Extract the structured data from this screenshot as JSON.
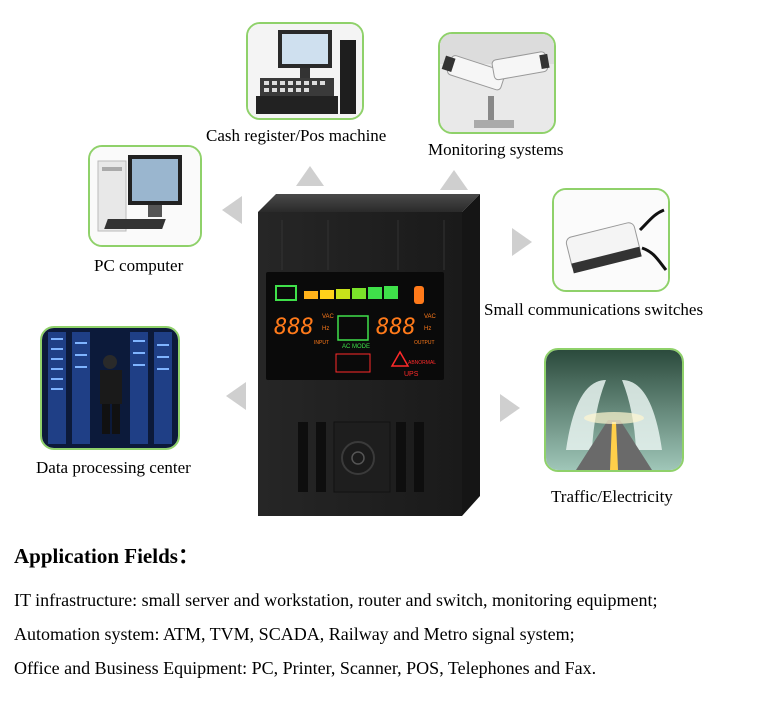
{
  "applications": [
    {
      "id": "cash",
      "label": "Cash register/Pos machine",
      "icon": "pos-terminal-icon"
    },
    {
      "id": "monitor",
      "label": "Monitoring systems",
      "icon": "cctv-camera-icon"
    },
    {
      "id": "pc",
      "label": "PC computer",
      "icon": "desktop-computer-icon"
    },
    {
      "id": "switch",
      "label": "Small communications switches",
      "icon": "network-switch-icon"
    },
    {
      "id": "datacenter",
      "label": "Data processing center",
      "icon": "server-rack-icon"
    },
    {
      "id": "traffic",
      "label": "Traffic/Electricity",
      "icon": "highway-lights-icon"
    }
  ],
  "ups": {
    "display_left": "888",
    "display_right": "888",
    "unit_left": "VAC",
    "unit_right": "VAC",
    "freq": "Hz",
    "input": "INPUT",
    "output": "OUTPUT",
    "status": "AC MODE",
    "abnormal": "ABNORMAL",
    "ups_label": "UPS",
    "lcd_green": "#3fe04a",
    "lcd_orange": "#ff7a1a",
    "lcd_red": "#ff2a2a"
  },
  "section": {
    "title": "Application Fields：",
    "lines": [
      "IT infrastructure: small server and workstation, router and switch, monitoring equipment;",
      "Automation system: ATM, TVM, SCADA, Railway and Metro signal system;",
      "Office and Business Equipment: PC, Printer, Scanner, POS, Telephones and Fax."
    ]
  }
}
